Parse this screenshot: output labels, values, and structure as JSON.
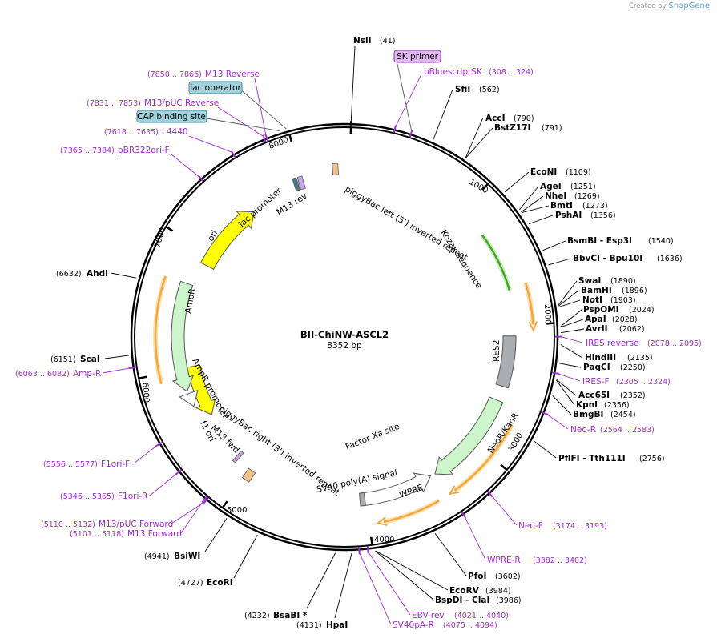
{
  "watermark": {
    "prefix": "Created by",
    "brand": "SnapGene"
  },
  "plasmid": {
    "name": "BII-ChiNW-ASCL2",
    "size_label": "8352 bp",
    "length": 8352
  },
  "ticks": [
    "1000",
    "2000",
    "3000",
    "4000",
    "5000",
    "6000",
    "7000",
    "8000"
  ],
  "enzymes": [
    {
      "name": "NsiI",
      "pos": "(41)"
    },
    {
      "name": "SfiI",
      "pos": "(562)"
    },
    {
      "name": "AccI",
      "pos": "(790)"
    },
    {
      "name": "BstZ17I",
      "pos": "(791)"
    },
    {
      "name": "EcoNI",
      "pos": "(1109)"
    },
    {
      "name": "AgeI",
      "pos": "(1251)"
    },
    {
      "name": "NheI",
      "pos": "(1269)"
    },
    {
      "name": "BmtI",
      "pos": "(1273)"
    },
    {
      "name": "PshAI",
      "pos": "(1356)"
    },
    {
      "name": "BsmBI - Esp3I",
      "pos": "(1540)"
    },
    {
      "name": "BbvCI - Bpu10I",
      "pos": "(1636)"
    },
    {
      "name": "SwaI",
      "pos": "(1890)"
    },
    {
      "name": "BamHI",
      "pos": "(1896)"
    },
    {
      "name": "NotI",
      "pos": "(1903)"
    },
    {
      "name": "PspOMI",
      "pos": "(2024)"
    },
    {
      "name": "ApaI",
      "pos": "(2028)"
    },
    {
      "name": "AvrII",
      "pos": "(2062)"
    },
    {
      "name": "HindIII",
      "pos": "(2135)"
    },
    {
      "name": "PaqCI",
      "pos": "(2250)"
    },
    {
      "name": "Acc65I",
      "pos": "(2352)"
    },
    {
      "name": "KpnI",
      "pos": "(2356)"
    },
    {
      "name": "BmgBI",
      "pos": "(2454)"
    },
    {
      "name": "PflFI - Tth111I",
      "pos": "(2756)"
    },
    {
      "name": "PfoI",
      "pos": "(3602)"
    },
    {
      "name": "EcoRV",
      "pos": "(3984)"
    },
    {
      "name": "BspDI - ClaI",
      "pos": "(3986)"
    },
    {
      "name": "HpaI",
      "pos": "(4131)"
    },
    {
      "name": "BsaBI *",
      "pos": "(4232)"
    },
    {
      "name": "EcoRI",
      "pos": "(4727)"
    },
    {
      "name": "BsiWI",
      "pos": "(4941)"
    },
    {
      "name": "ScaI",
      "pos": "(6151)"
    },
    {
      "name": "AhdI",
      "pos": "(6632)"
    }
  ],
  "primers": [
    {
      "name": "M13 Reverse",
      "pos": "(7850 .. 7866)"
    },
    {
      "name": "M13/pUC Reverse",
      "pos": "(7831 .. 7853)"
    },
    {
      "name": "L4440",
      "pos": "(7618 .. 7635)"
    },
    {
      "name": "pBR322ori-F",
      "pos": "(7365 .. 7384)"
    },
    {
      "name": "pBluescriptSK",
      "pos": "(308 .. 324)"
    },
    {
      "name": "IRES reverse",
      "pos": "(2078 .. 2095)"
    },
    {
      "name": "IRES-F",
      "pos": "(2305 .. 2324)"
    },
    {
      "name": "Neo-R",
      "pos": "(2564 .. 2583)"
    },
    {
      "name": "Neo-F",
      "pos": "(3174 .. 3193)"
    },
    {
      "name": "WPRE-R",
      "pos": "(3382 .. 3402)"
    },
    {
      "name": "EBV-rev",
      "pos": "(4021 .. 4040)"
    },
    {
      "name": "SV40pA-R",
      "pos": "(4075 .. 4094)"
    },
    {
      "name": "M13 Forward",
      "pos": "(5101 .. 5118)"
    },
    {
      "name": "M13/pUC Forward",
      "pos": "(5110 .. 5132)"
    },
    {
      "name": "F1ori-R",
      "pos": "(5346 .. 5365)"
    },
    {
      "name": "F1ori-F",
      "pos": "(5556 .. 5577)"
    },
    {
      "name": "Amp-R",
      "pos": "(6063 .. 6082)"
    }
  ],
  "boxed_labels": [
    {
      "text": "SK primer",
      "fill": "#e2b8f0",
      "stroke": "#8a3aa8"
    },
    {
      "text": "lac operator",
      "fill": "#9fd3dd",
      "stroke": "#4a8a96"
    },
    {
      "text": "CAP binding site",
      "fill": "#9fd3dd",
      "stroke": "#4a8a96"
    }
  ],
  "features": [
    {
      "text": "piggyBac left (5') inverted repeat"
    },
    {
      "text": "Kozak sequence"
    },
    {
      "text": "IRES2"
    },
    {
      "text": "NeoR/KanR"
    },
    {
      "text": "Factor Xa site"
    },
    {
      "text": "WPRE"
    },
    {
      "text": "SV40 poly(A) signal"
    },
    {
      "text": "piggyBac right (3') inverted repeat"
    },
    {
      "text": "M13 fwd"
    },
    {
      "text": "f1 ori"
    },
    {
      "text": "AmpR promoter"
    },
    {
      "text": "AmpR"
    },
    {
      "text": "ori"
    },
    {
      "text": "lac promoter"
    },
    {
      "text": "M13 rev"
    }
  ],
  "colors": {
    "ori_fill": "#ffff00",
    "ampr_fill": "#ccf5cc",
    "ires_fill": "#a9adb2",
    "orf_fill": "#f2a83c",
    "primer": "#a12ad2",
    "kozak_green": "#43a42a",
    "pb_fill": "#f5c28a"
  }
}
